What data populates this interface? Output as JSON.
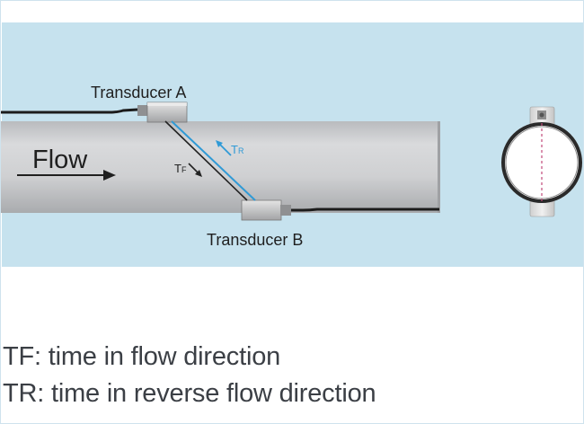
{
  "diagram": {
    "transducer_a_label": "Transducer A",
    "transducer_b_label": "Transducer B",
    "flow_label": "Flow",
    "tf_label": "T",
    "tf_sub": "F",
    "tr_label": "T",
    "tr_sub": "R"
  },
  "legend": {
    "tf": "TF: time in flow direction",
    "tr": "TR: time in reverse flow direction"
  },
  "colors": {
    "panel": "#c6e2ee",
    "pipe": "#c9cacc",
    "reverse_path": "#2f9ad6",
    "forward_path": "#222222",
    "text": "#222222"
  }
}
